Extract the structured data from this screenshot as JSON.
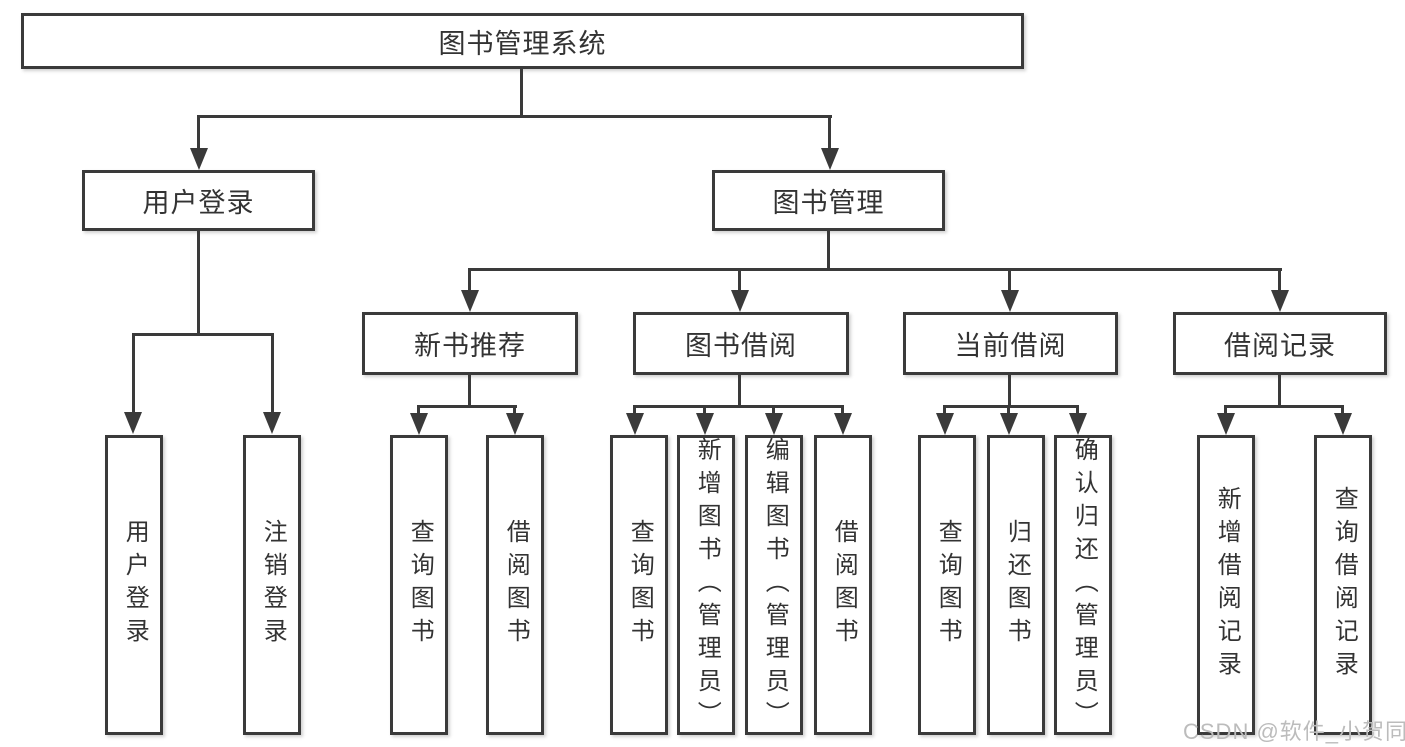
{
  "diagram": {
    "title": "图书管理系统",
    "root": {
      "label": "图书管理系统"
    },
    "level2": [
      {
        "label": "用户登录"
      },
      {
        "label": "图书管理"
      }
    ],
    "level3": [
      {
        "label": "新书推荐"
      },
      {
        "label": "图书借阅"
      },
      {
        "label": "当前借阅"
      },
      {
        "label": "借阅记录"
      }
    ],
    "leaves": {
      "user_login": [
        {
          "label": "用户登录"
        },
        {
          "label": "注销登录"
        }
      ],
      "new_books": [
        {
          "label": "查询图书"
        },
        {
          "label": "借阅图书"
        }
      ],
      "borrow": [
        {
          "label": "查询图书"
        },
        {
          "label": "新增图书（管理员）"
        },
        {
          "label": "编辑图书（管理员）"
        },
        {
          "label": "借阅图书"
        }
      ],
      "current": [
        {
          "label": "查询图书"
        },
        {
          "label": "归还图书"
        },
        {
          "label": "确认归还（管理员）"
        }
      ],
      "records": [
        {
          "label": "新增借阅记录"
        },
        {
          "label": "查询借阅记录"
        }
      ]
    },
    "watermark": "CSDN @软件_小贺同学",
    "colors": {
      "line": "#3a3a3a",
      "text": "#333333",
      "watermark": "#bcbcbc",
      "background": "#ffffff"
    }
  }
}
